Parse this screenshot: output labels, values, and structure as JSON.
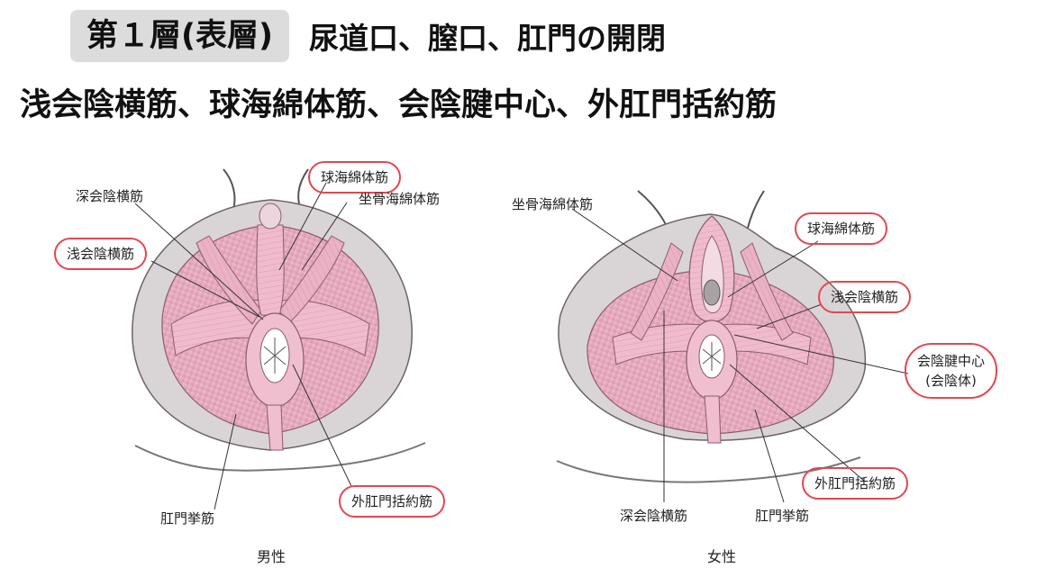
{
  "header": {
    "layer_badge": "第１層(表層)",
    "layer_description": "尿道口、膣口、肛門の開閉",
    "muscles_summary": "浅会陰横筋、球海綿体筋、会陰腱中心、外肛門括約筋"
  },
  "male": {
    "caption": "男性",
    "labels": {
      "deep_transverse_perineal": "深会陰横筋",
      "bulbospongiosus": "球海綿体筋",
      "ischiocavernosus": "坐骨海綿体筋",
      "superficial_transverse_perineal": "浅会陰横筋",
      "levator_ani": "肛門挙筋",
      "external_anal_sphincter": "外肛門括約筋"
    }
  },
  "female": {
    "caption": "女性",
    "labels": {
      "ischiocavernosus": "坐骨海綿体筋",
      "bulbospongiosus": "球海綿体筋",
      "superficial_transverse_perineal": "浅会陰横筋",
      "perineal_body_line1": "会陰腱中心",
      "perineal_body_line2": "(会陰体)",
      "external_anal_sphincter": "外肛門括約筋",
      "deep_transverse_perineal": "深会陰横筋",
      "levator_ani": "肛門挙筋"
    }
  },
  "colors": {
    "highlight_circle": "#e4474f",
    "muscle_pink": "#ebaac0",
    "muscle_dark": "#c97d98",
    "skin_gray": "#d9d4d6",
    "badge_gray": "#dcdcdc"
  }
}
